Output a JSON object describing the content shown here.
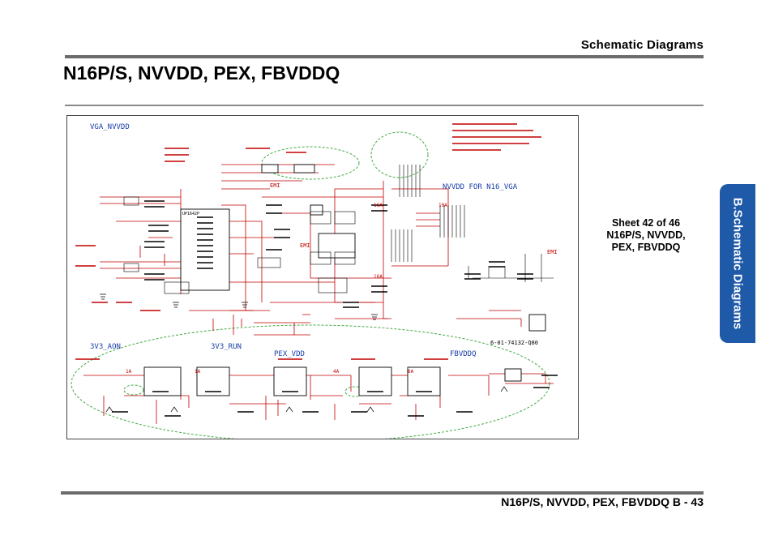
{
  "header": {
    "section_label": "Schematic  Diagrams"
  },
  "page_title": "N16P/S, NVVDD, PEX, FBVDDQ",
  "sheet_info": {
    "line1": "Sheet 42 of 46",
    "line2": "N16P/S, NVVDD,",
    "line3": "PEX, FBVDDQ"
  },
  "side_tab": {
    "label": "B.Schematic Diagrams",
    "color": "#1e5aa8"
  },
  "footer": {
    "page_label": "N16P/S, NVVDD, PEX, FBVDDQ  B  -  43"
  },
  "schematic": {
    "block_labels": {
      "vga_nvvdd": "VGA_NVVDD",
      "nvvdd_for_n16": "NVVDD FOR N16_VGA",
      "v3_aon": "3V3_AON",
      "v3_run": "3V3_RUN",
      "pex_vdd": "PEX_VDD",
      "fbvddq": "FBVDDQ",
      "part_number": "6-01-74132-Q80",
      "emi1": "EMI",
      "emi2": "EMI",
      "emi3": "EMI",
      "controller": "UP1642P"
    },
    "current_labels": [
      "16A",
      "16A",
      "1A",
      "1A",
      "4A",
      "6A",
      "10A"
    ],
    "colors": {
      "wire": "#c00000",
      "label": "#1a3fa8",
      "note": "#cc0000",
      "ellipse": "#44aa44",
      "part": "#000000"
    }
  }
}
